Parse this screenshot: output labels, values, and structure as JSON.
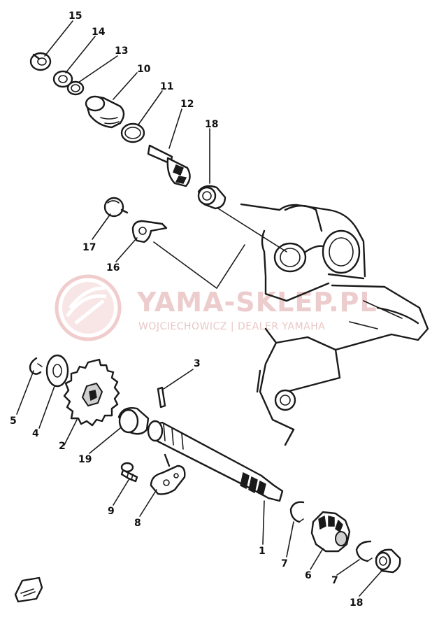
{
  "watermark": {
    "brand": "YAMA-SKLEP.PL",
    "dealer": "WOJCIECHOWICZ | DEALER YAMAHA"
  },
  "callouts": {
    "c15": "15",
    "c14": "14",
    "c13": "13",
    "c10": "10",
    "c11": "11",
    "c12": "12",
    "c18a": "18",
    "c17": "17",
    "c16": "16",
    "c3": "3",
    "c5": "5",
    "c4": "4",
    "c2": "2",
    "c19": "19",
    "c9": "9",
    "c8": "8",
    "c1": "1",
    "c7a": "7",
    "c6": "6",
    "c7b": "7",
    "c18b": "18"
  },
  "colors": {
    "line": "#1a1a1a",
    "watermark": "#e6bcbc"
  }
}
